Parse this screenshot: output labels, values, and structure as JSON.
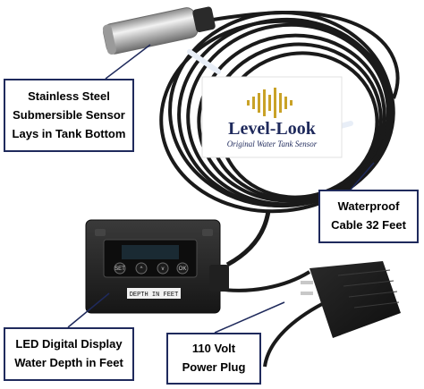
{
  "brand": {
    "name": "Level-Look",
    "tagline": "Original Water Tank Sensor",
    "accent_color": "#c9a227",
    "text_color": "#1f2a5c"
  },
  "device": {
    "buttons": [
      "SET",
      "^",
      "v",
      "OK"
    ],
    "label": "DEPTH IN FEET"
  },
  "callouts": {
    "sensor": [
      "Stainless Steel",
      "Submersible Sensor",
      "Lays in Tank Bottom"
    ],
    "cable": [
      "Waterproof",
      "Cable 32 Feet"
    ],
    "display": [
      "LED Digital Display",
      "Water Depth in Feet"
    ],
    "power": [
      "110 Volt",
      "Power Plug"
    ]
  },
  "colors": {
    "callout_border": "#1f2a5c",
    "pointer": "#1f2a5c",
    "cable": "#1a1a1a"
  }
}
